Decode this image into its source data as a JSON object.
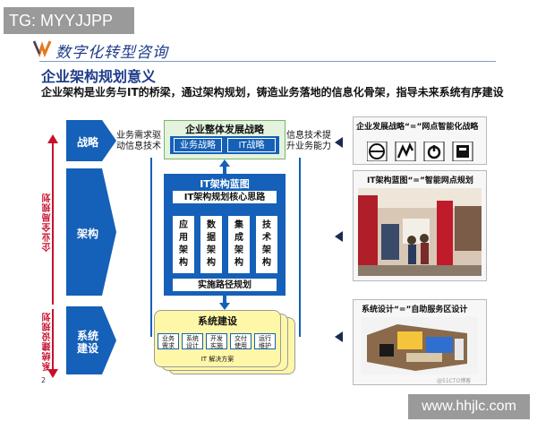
{
  "watermark_top": "TG: MYYJJPP",
  "watermark_bottom": "www.hhjlc.com",
  "brand": "数字化转型咨询",
  "page_title": "企业架构规划意义",
  "intro": "企业架构是业务与IT的桥梁，通过架构规划，铸造业务落地的信息化骨架，指导未来系统有序建设",
  "left_labels": {
    "enterprise": "企业全局规划",
    "system": "系统建设规划"
  },
  "chevrons": {
    "strategy": "战略",
    "architecture": "架构",
    "system": "系统\n建设"
  },
  "side_notes": {
    "left": "业务需求驱\n动信息技术",
    "right": "信息技术提\n升业务能力"
  },
  "strategy_box": {
    "title": "企业整体发展战略",
    "business": "业务战略",
    "it": "IT战略"
  },
  "it_box": {
    "title": "IT架构蓝图",
    "core": "IT架构规划核心思路",
    "columns": [
      "应\n用\n架\n构",
      "数\n据\n架\n构",
      "集\n成\n架\n构",
      "技\n术\n架\n构"
    ],
    "path": "实施路径规划"
  },
  "system_box": {
    "title": "系统建设",
    "items": [
      "业务\n需求",
      "系统\n设计",
      "开发\n实施",
      "交付\n使用",
      "运行\n维护"
    ],
    "footer": "IT 解决方案"
  },
  "right_panels": {
    "p1_title": "企业发展战略“=”网点智能化战略",
    "p2_title": "IT架构蓝图“=”智能网点规划",
    "p3_title": "系统设计“=”自助服务区设计"
  },
  "page_number": "2",
  "photo_caption": "@51CTO博客",
  "colors": {
    "primary": "#1560b8",
    "accent": "#c8102e",
    "highlight": "#fff7a8"
  }
}
